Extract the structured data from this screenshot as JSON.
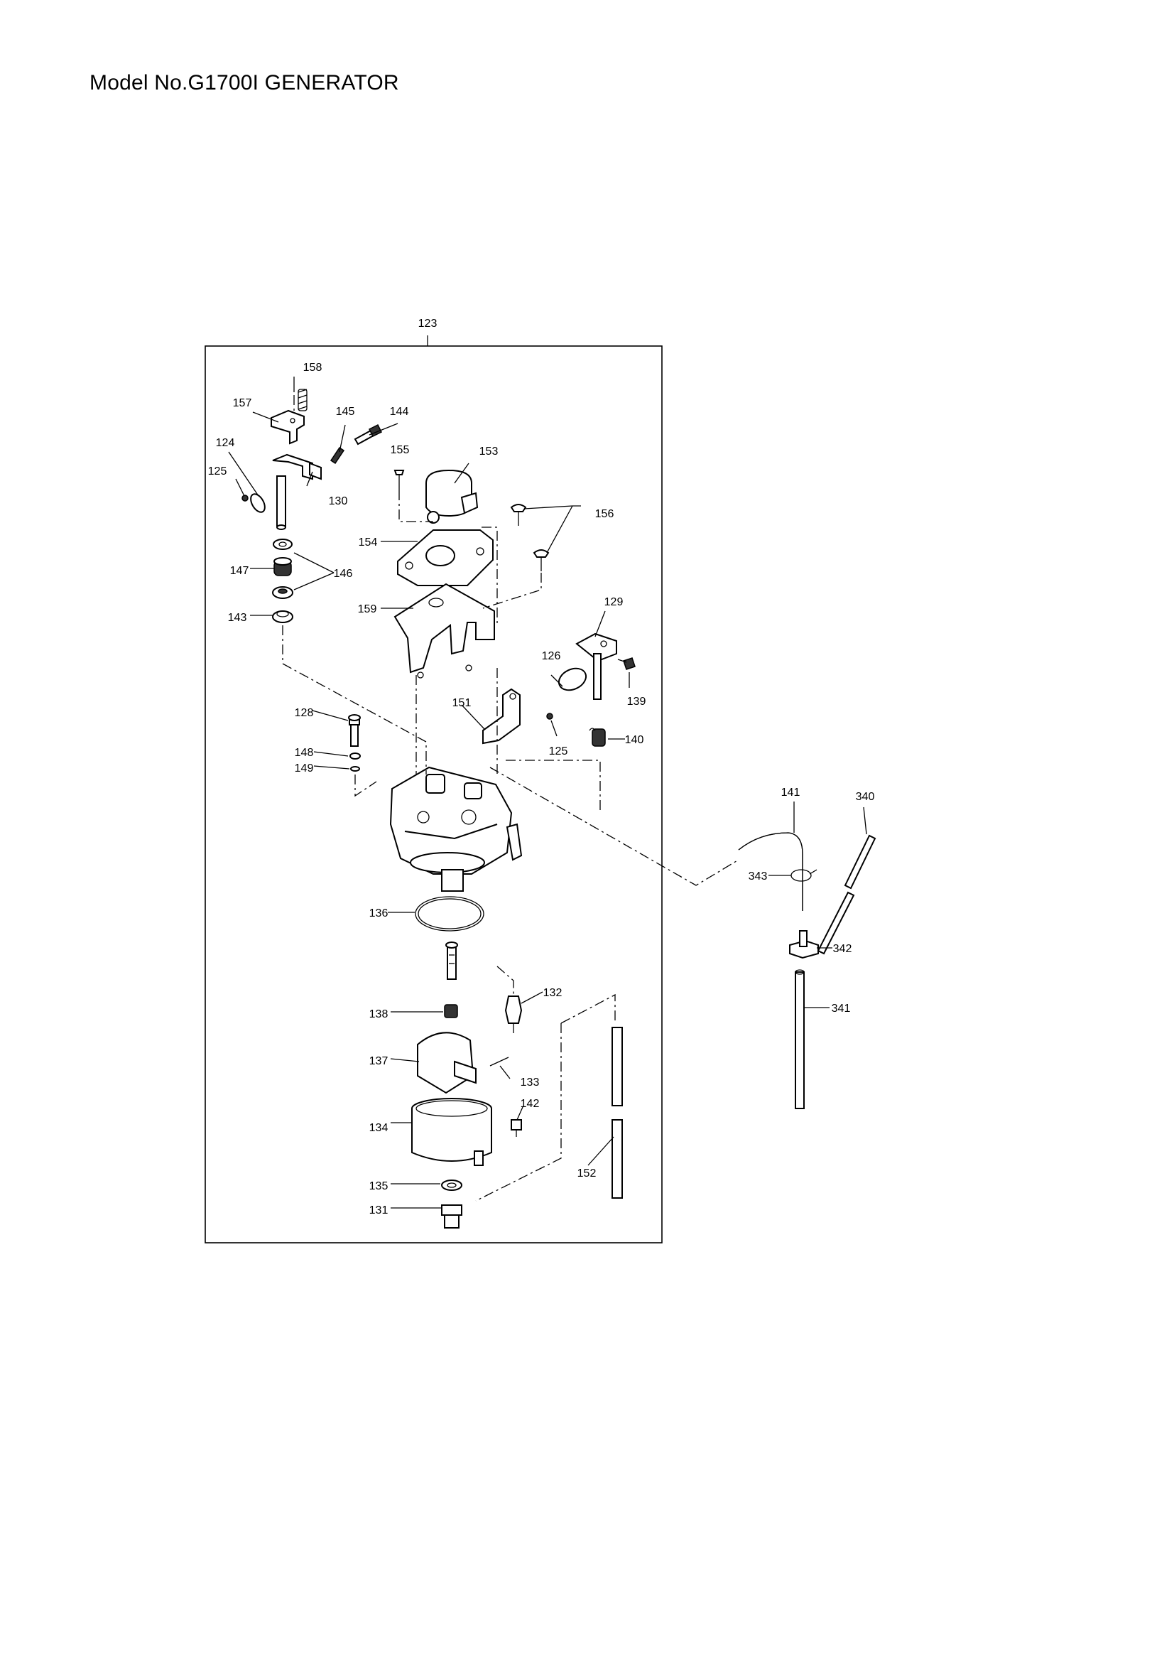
{
  "page": {
    "title": "Model No.G1700I GENERATOR"
  },
  "diagram": {
    "assembly_ref": "123",
    "parts": [
      {
        "ref": "158"
      },
      {
        "ref": "157"
      },
      {
        "ref": "145"
      },
      {
        "ref": "144"
      },
      {
        "ref": "124"
      },
      {
        "ref": "125"
      },
      {
        "ref": "130"
      },
      {
        "ref": "155"
      },
      {
        "ref": "153"
      },
      {
        "ref": "156"
      },
      {
        "ref": "154"
      },
      {
        "ref": "147"
      },
      {
        "ref": "146"
      },
      {
        "ref": "143"
      },
      {
        "ref": "159"
      },
      {
        "ref": "129"
      },
      {
        "ref": "126"
      },
      {
        "ref": "139"
      },
      {
        "ref": "128"
      },
      {
        "ref": "151"
      },
      {
        "ref": "125"
      },
      {
        "ref": "140"
      },
      {
        "ref": "148"
      },
      {
        "ref": "149"
      },
      {
        "ref": "136"
      },
      {
        "ref": "132"
      },
      {
        "ref": "138"
      },
      {
        "ref": "137"
      },
      {
        "ref": "133"
      },
      {
        "ref": "142"
      },
      {
        "ref": "134"
      },
      {
        "ref": "135"
      },
      {
        "ref": "131"
      },
      {
        "ref": "152"
      },
      {
        "ref": "141"
      },
      {
        "ref": "340"
      },
      {
        "ref": "343"
      },
      {
        "ref": "342"
      },
      {
        "ref": "341"
      }
    ]
  }
}
